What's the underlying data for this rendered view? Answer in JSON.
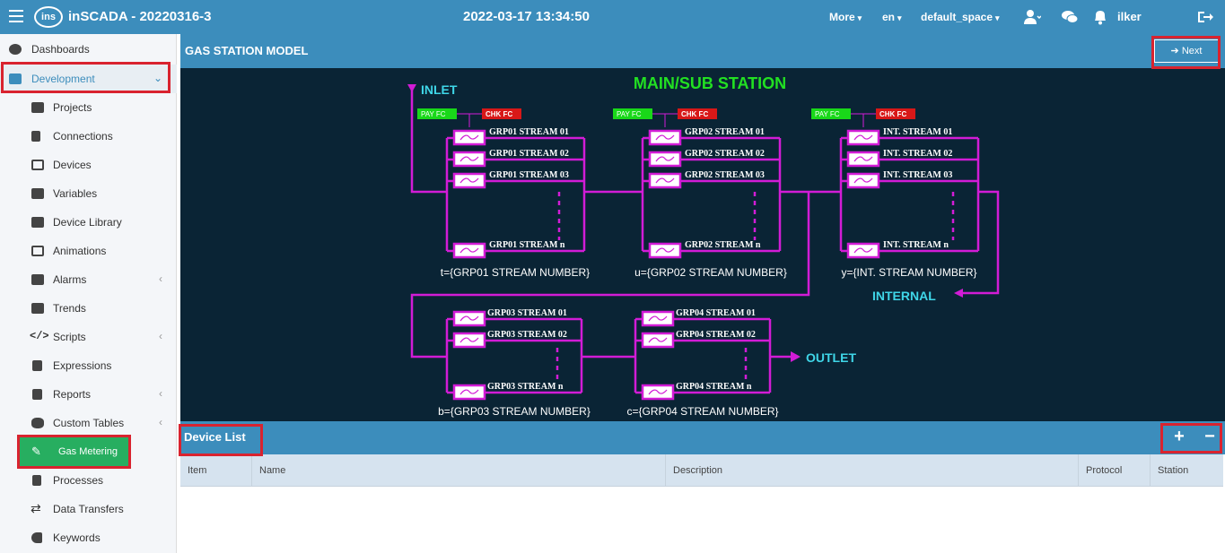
{
  "topbar": {
    "app_title": "inSCADA - 20220316-3",
    "datetime": "2022-03-17 13:34:50",
    "more_label": "More",
    "lang_label": "en",
    "space_label": "default_space",
    "user_label": "ilker",
    "logo_text": "ins"
  },
  "sidebar": {
    "items": [
      {
        "label": "Dashboards"
      },
      {
        "label": "Development"
      },
      {
        "label": "Projects"
      },
      {
        "label": "Connections"
      },
      {
        "label": "Devices"
      },
      {
        "label": "Variables"
      },
      {
        "label": "Device Library"
      },
      {
        "label": "Animations"
      },
      {
        "label": "Alarms"
      },
      {
        "label": "Trends"
      },
      {
        "label": "Scripts"
      },
      {
        "label": "Expressions"
      },
      {
        "label": "Reports"
      },
      {
        "label": "Custom Tables"
      },
      {
        "label": "Gas Metering"
      },
      {
        "label": "Processes"
      },
      {
        "label": "Data Transfers"
      },
      {
        "label": "Keywords"
      }
    ]
  },
  "main": {
    "title": "GAS STATION MODEL",
    "next_label": "Next"
  },
  "diagram": {
    "title": "MAIN/SUB STATION",
    "inlet_label": "INLET",
    "outlet_label": "OUTLET",
    "internal_label": "INTERNAL",
    "pay_fc": "PAY FC",
    "chk_fc": "CHK FC",
    "groups": [
      {
        "streams": [
          "GRP01 STREAM 01",
          "GRP01 STREAM 02",
          "GRP01 STREAM 03",
          "GRP01 STREAM n"
        ],
        "caption": "t={GRP01 STREAM NUMBER}"
      },
      {
        "streams": [
          "GRP02 STREAM 01",
          "GRP02 STREAM 02",
          "GRP02 STREAM 03",
          "GRP02 STREAM n"
        ],
        "caption": "u={GRP02 STREAM NUMBER}"
      },
      {
        "streams": [
          "INT. STREAM 01",
          "INT. STREAM 02",
          "INT. STREAM 03",
          "INT. STREAM n"
        ],
        "caption": "y={INT. STREAM NUMBER}"
      },
      {
        "streams": [
          "GRP03 STREAM 01",
          "GRP03 STREAM 02",
          "GRP03 STREAM n"
        ],
        "caption": "b={GRP03 STREAM NUMBER}"
      },
      {
        "streams": [
          "GRP04 STREAM 01",
          "GRP04 STREAM 02",
          "GRP04 STREAM n"
        ],
        "caption": "c={GRP04 STREAM NUMBER}"
      }
    ]
  },
  "device_list": {
    "title": "Device List",
    "add_label": "+",
    "remove_label": "−",
    "columns": [
      "Item",
      "Name",
      "Description",
      "Protocol",
      "Station"
    ]
  },
  "colors": {
    "header_blue": "#3c8dbc",
    "active_green": "#27ae60",
    "highlight_red": "#d9232f",
    "diagram_bg": "#0a2435",
    "pipe_magenta": "#d21cd6",
    "label_cyan": "#3fd6e8",
    "title_green": "#22e022"
  }
}
